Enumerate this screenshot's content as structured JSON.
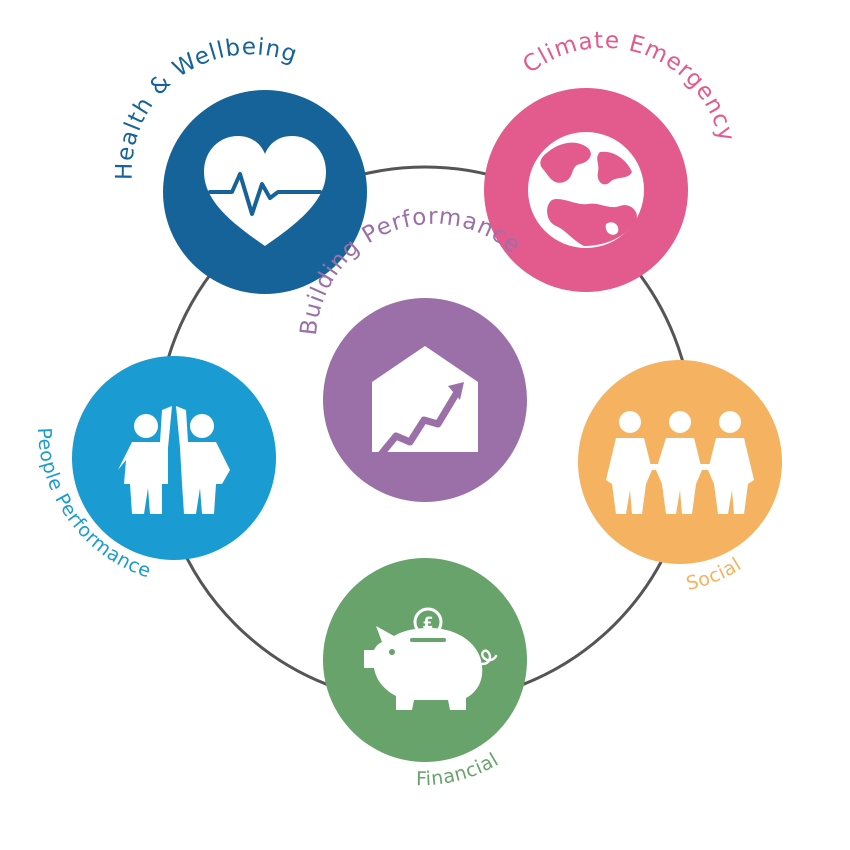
{
  "diagram": {
    "nodes": {
      "health": {
        "label": "Health & Wellbeing",
        "color": "#16639A",
        "icon": "heart-pulse-icon"
      },
      "climate": {
        "label": "Climate Emergency",
        "color": "#E35A8C",
        "icon": "globe-icon"
      },
      "building": {
        "label": "Building Performance",
        "color": "#9B70A8",
        "icon": "house-rising-chart-icon"
      },
      "people": {
        "label": "People Performance",
        "color": "#1A9BD1",
        "icon": "high-five-people-icon"
      },
      "social": {
        "label": "Social",
        "color": "#F5B261",
        "icon": "holding-hands-group-icon"
      },
      "financial": {
        "label": "Financial",
        "color": "#67A36B",
        "icon": "piggy-bank-icon"
      }
    },
    "ring_color": "#555555"
  }
}
